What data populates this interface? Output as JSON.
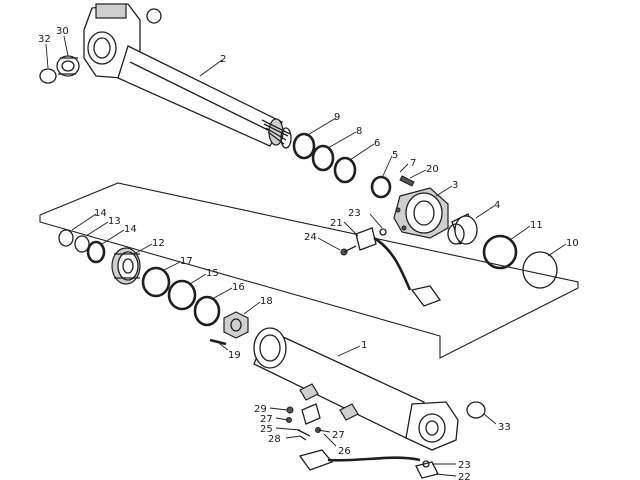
{
  "callouts": [
    {
      "id": "c1",
      "text": "1"
    },
    {
      "id": "c2",
      "text": "2"
    },
    {
      "id": "c3",
      "text": "3"
    },
    {
      "id": "c4",
      "text": "4"
    },
    {
      "id": "c5",
      "text": "5"
    },
    {
      "id": "c6",
      "text": "6"
    },
    {
      "id": "c7",
      "text": "7"
    },
    {
      "id": "c8",
      "text": "8"
    },
    {
      "id": "c9",
      "text": "9"
    },
    {
      "id": "c10",
      "text": "10"
    },
    {
      "id": "c11",
      "text": "11"
    },
    {
      "id": "c12",
      "text": "12"
    },
    {
      "id": "c13",
      "text": "13"
    },
    {
      "id": "c14a",
      "text": "14"
    },
    {
      "id": "c14b",
      "text": "14"
    },
    {
      "id": "c15",
      "text": "15"
    },
    {
      "id": "c16",
      "text": "16"
    },
    {
      "id": "c17",
      "text": "17"
    },
    {
      "id": "c18",
      "text": "18"
    },
    {
      "id": "c19",
      "text": "19"
    },
    {
      "id": "c20",
      "text": "20"
    },
    {
      "id": "c21",
      "text": "21"
    },
    {
      "id": "c22",
      "text": "22"
    },
    {
      "id": "c23a",
      "text": "23"
    },
    {
      "id": "c23b",
      "text": "23"
    },
    {
      "id": "c24",
      "text": "24"
    },
    {
      "id": "c25",
      "text": "25"
    },
    {
      "id": "c26",
      "text": "26"
    },
    {
      "id": "c27a",
      "text": "27"
    },
    {
      "id": "c27b",
      "text": "27"
    },
    {
      "id": "c28",
      "text": "28"
    },
    {
      "id": "c29",
      "text": "29"
    },
    {
      "id": "c30",
      "text": "30"
    },
    {
      "id": "c32",
      "text": "32"
    },
    {
      "id": "c33",
      "text": "33"
    }
  ]
}
